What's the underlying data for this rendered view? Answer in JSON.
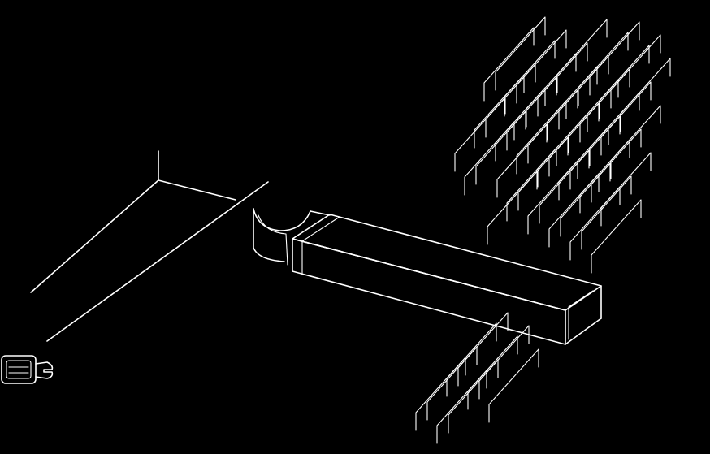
{
  "diagram": {
    "background_color": "#000000",
    "line_color": "#ffffff",
    "components": [
      {
        "name": "floor-ceiling-corner-lines",
        "icon": "room-corner-lines"
      },
      {
        "name": "wall-plug-socket",
        "icon": "plug-icon"
      },
      {
        "name": "flat-duct-channel",
        "icon": "rectangular-duct"
      },
      {
        "name": "duct-bend-elbow",
        "icon": "duct-elbow"
      },
      {
        "name": "brick-wall",
        "icon": "brick-wall-pattern"
      }
    ]
  }
}
